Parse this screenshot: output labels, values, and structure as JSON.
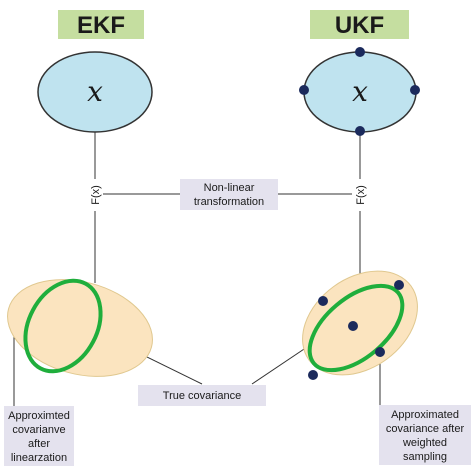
{
  "headers": {
    "left": "EKF",
    "right": "UKF"
  },
  "state_variable": "x",
  "function_label": "F(x)",
  "labels": {
    "nonlinear_line1": "Non-linear",
    "nonlinear_line2": "transformation",
    "true_covariance": "True covariance",
    "ekf_line1": "Approximted",
    "ekf_line2": "covarianve",
    "ekf_line3": "after",
    "ekf_line4": "linearzation",
    "ukf_line1": "Approximated",
    "ukf_line2": "covariance after",
    "ukf_line3": "weighted",
    "ukf_line4": "sampling"
  },
  "colors": {
    "header_bg": "#c5dea0",
    "top_ellipse_fill": "#bfe3ef",
    "bottom_ellipse_fill": "#fbe4bf",
    "bottom_ellipse_stroke": "#e0c88f",
    "true_cov_stroke": "#1fae3c",
    "label_bg": "#e4e2ee",
    "sigma_point": "#1b2a5c",
    "line": "#333333"
  }
}
